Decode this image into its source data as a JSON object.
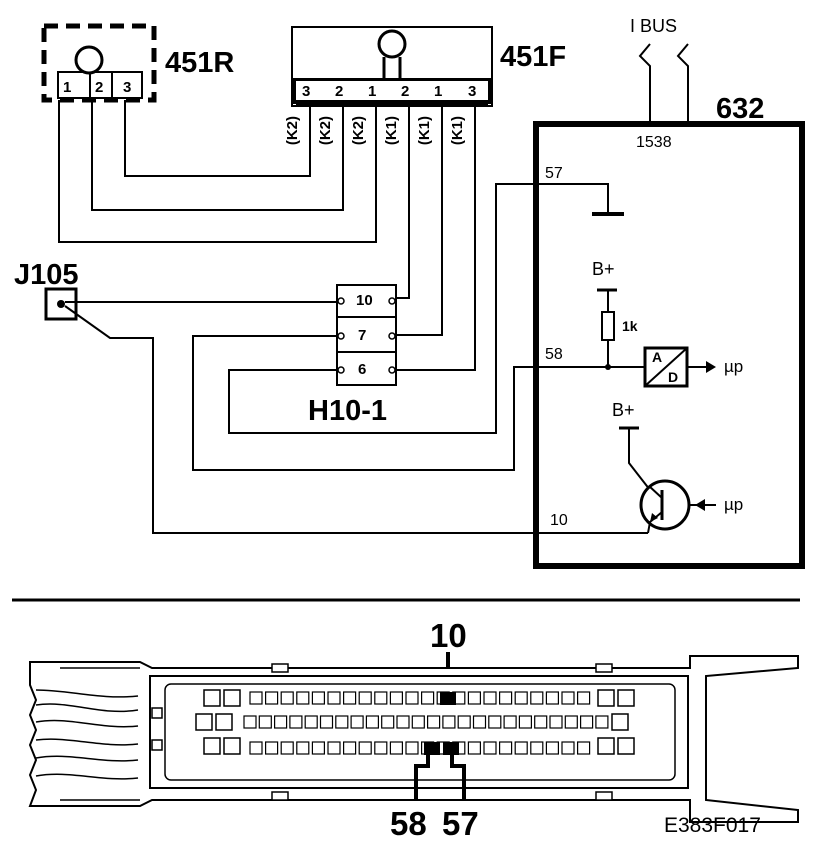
{
  "components": {
    "rear_sensor": {
      "label": "451R",
      "pins": [
        "1",
        "2",
        "3"
      ]
    },
    "front_sensor": {
      "label": "451F",
      "pins": [
        "3",
        "2",
        "1",
        "2",
        "1",
        "3"
      ]
    },
    "wire_codes": [
      "(K2)",
      "(K2)",
      "(K2)",
      "(K1)",
      "(K1)",
      "(K1)"
    ],
    "control_module": {
      "label": "632",
      "bus_label": "I BUS",
      "bus_pins": "1538"
    },
    "connector_j": {
      "label": "J105"
    },
    "connector_h": {
      "label": "H10-1",
      "pins": [
        "10",
        "7",
        "6"
      ]
    },
    "module_pins": {
      "ground": "57",
      "sense": "58",
      "output": "10"
    },
    "supply": [
      "B+",
      "B+"
    ],
    "resistor": "1k",
    "adc": {
      "a": "A",
      "d": "D"
    },
    "micro": [
      "µp",
      "µp"
    ]
  },
  "connector_view": {
    "pin_top": "10",
    "pin_left": "58",
    "pin_right": "57"
  },
  "figure_code": "E383F017"
}
